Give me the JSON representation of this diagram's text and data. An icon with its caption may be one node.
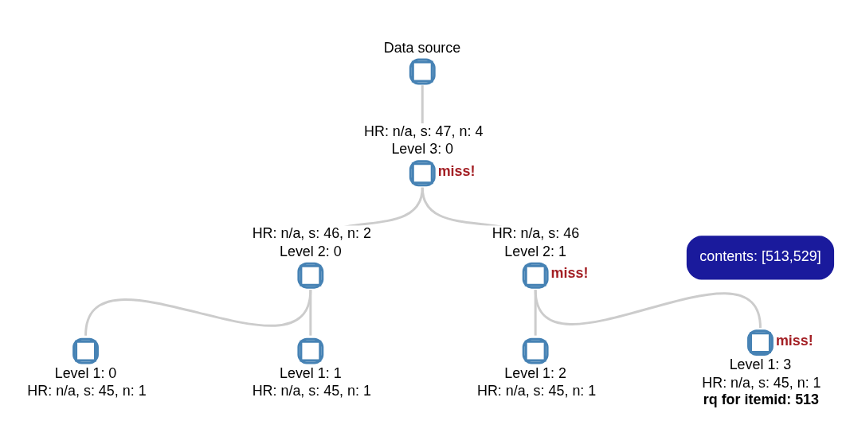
{
  "diagram": {
    "nodes": [
      {
        "text": [
          "Data source"
        ]
      },
      {
        "text": [
          "HR: n/a, s: 47, n: 4",
          "Level 3: 0",
          "miss!"
        ]
      },
      {
        "text": [
          "HR: n/a, s: 46, n: 2",
          "Level 2: 0"
        ]
      },
      {
        "text": [
          "HR: n/a, s: 46",
          "Level 2: 1",
          "miss!"
        ]
      },
      {
        "text": [
          "Level 1: 0",
          "HR: n/a, s: 45, n: 1"
        ]
      },
      {
        "text": [
          "Level 1: 1",
          "HR: n/a, s: 45, n: 1"
        ]
      },
      {
        "text": [
          "Level 1: 2",
          "HR: n/a, s: 45, n: 1"
        ]
      },
      {
        "text": [
          "miss!",
          "Level 1: 3",
          "HR: n/a, s: 45, n: 1"
        ],
        "beside": [
          "rq for itemid: 513"
        ]
      },
      {
        "text": [
          "contents: [513,529]"
        ]
      }
    ],
    "edges": [
      {
        "from": 0,
        "to": 1,
        "arrow": "none"
      },
      {
        "from": 1,
        "to": 2,
        "arrow": "none"
      },
      {
        "from": 1,
        "to": 3,
        "arrow": "none"
      },
      {
        "from": 2,
        "to": 4,
        "arrow": "none"
      },
      {
        "from": 2,
        "to": 5,
        "arrow": "none"
      },
      {
        "from": 3,
        "to": 6,
        "arrow": "none"
      },
      {
        "from": 3,
        "to": 7,
        "arrow": "none"
      }
    ]
  }
}
